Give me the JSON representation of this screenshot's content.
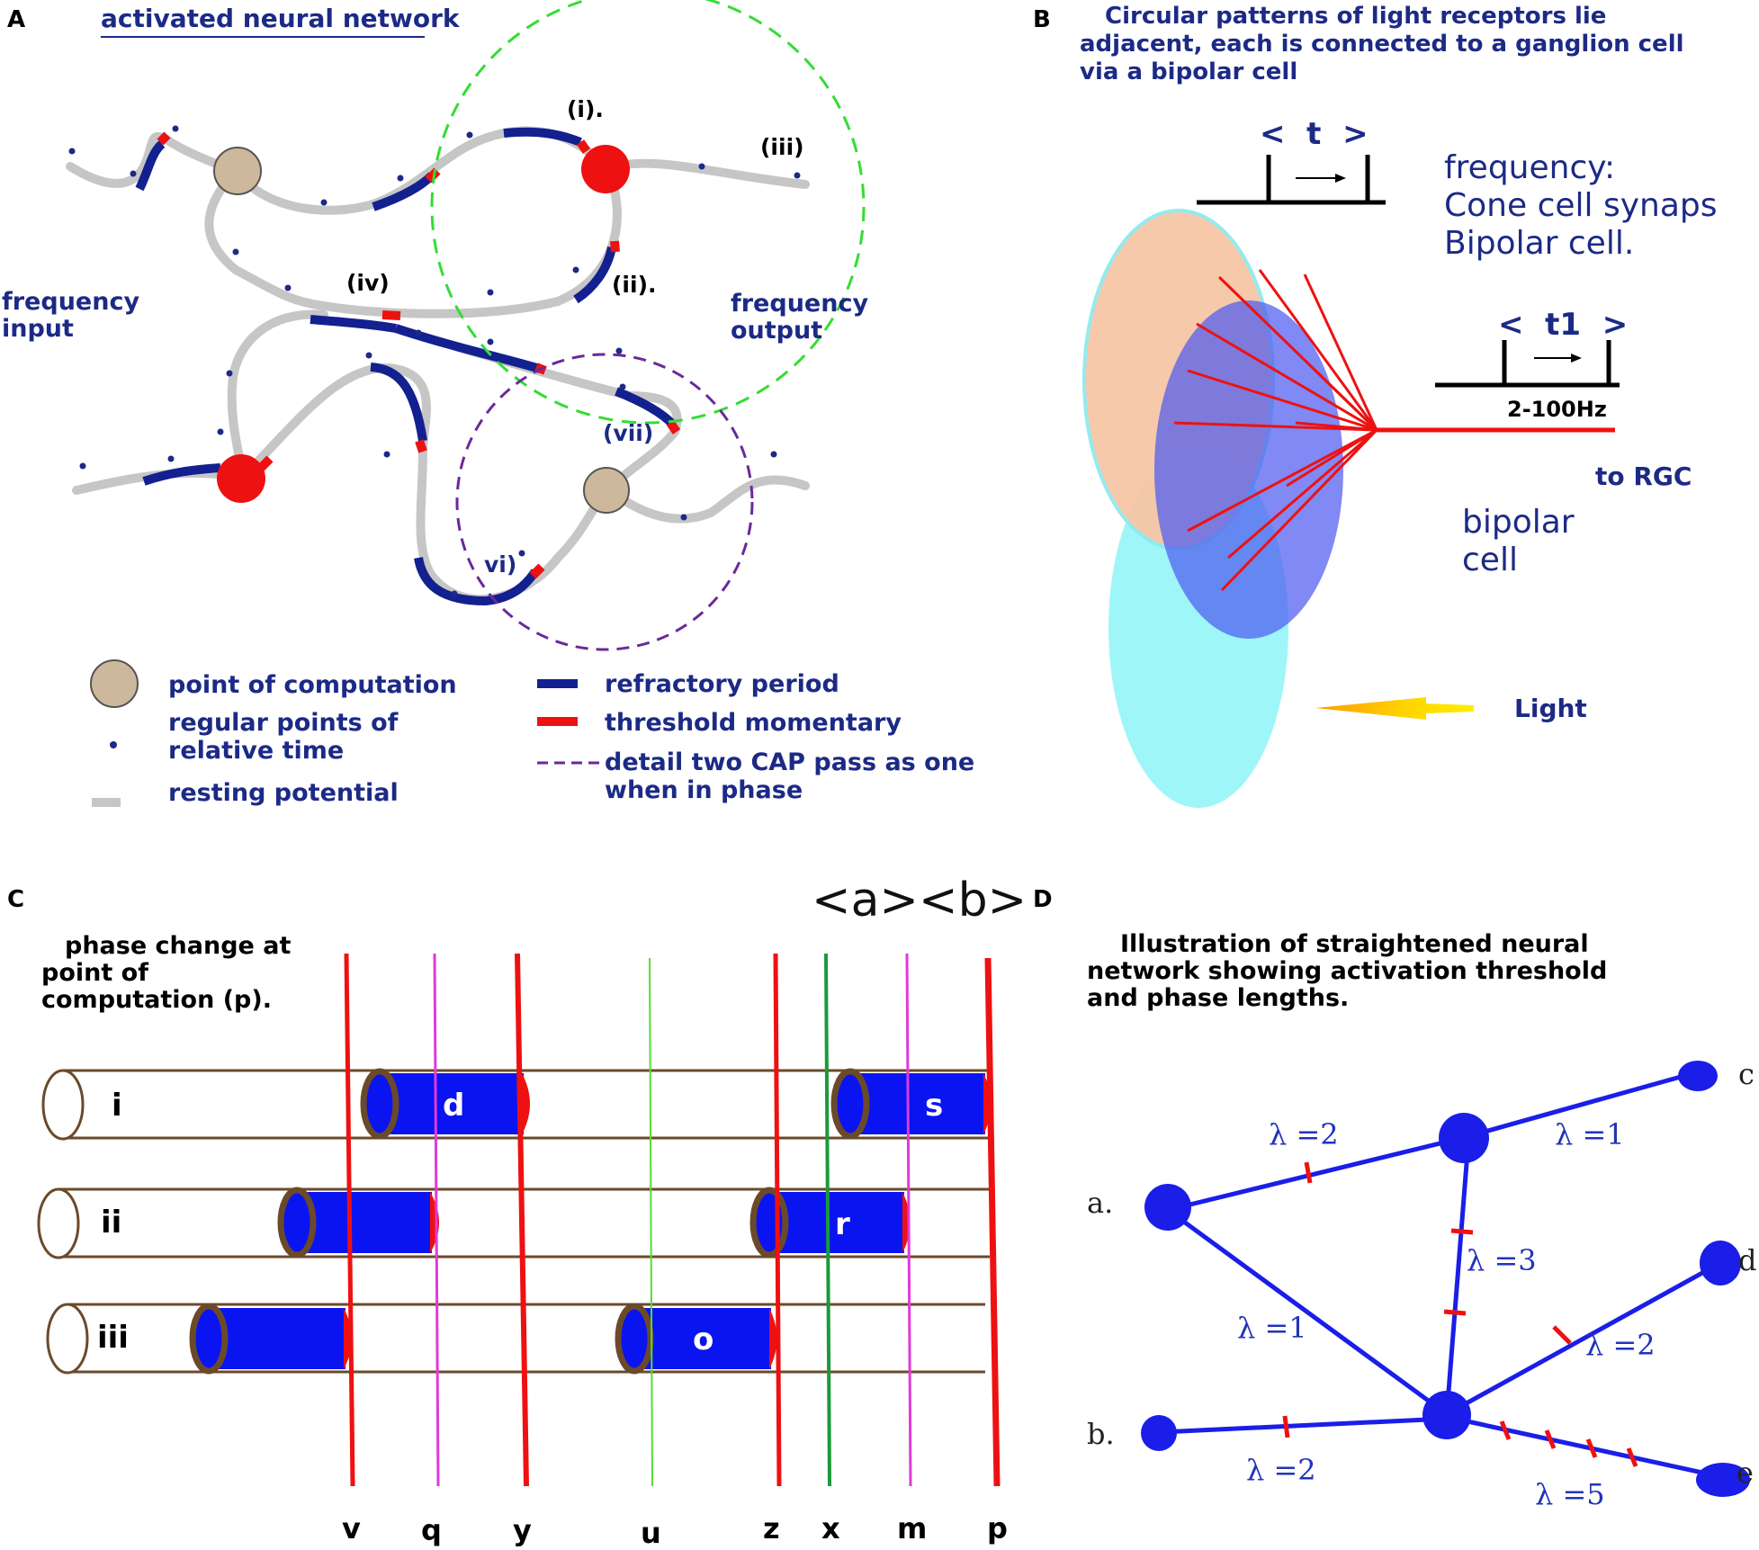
{
  "panels": {
    "A": {
      "letter": "A",
      "title": "activated neural network",
      "labels": {
        "i": "(i).",
        "ii": "(ii).",
        "iii": "(iii)",
        "iv": "(iv)",
        "vi": "vi)",
        "vii": "(vii)",
        "freq_in_1": "frequency",
        "freq_in_2": "input",
        "freq_out_1": "frequency",
        "freq_out_2": "output"
      },
      "legend": {
        "computation": "point of computation",
        "relative_time_1": "regular points of",
        "relative_time_2": "relative time",
        "resting": "resting potential",
        "refractory": "refractory period",
        "threshold": "threshold momentary",
        "detail_1": "detail two CAP pass as one",
        "detail_2": "when in phase"
      }
    },
    "B": {
      "letter": "B",
      "caption_1": "Circular patterns of light receptors lie",
      "caption_2": "adjacent, each is connected to a ganglion cell",
      "caption_3": "via a bipolar cell",
      "t_label": "<  t  >",
      "t1_label": "<  t1  >",
      "hz": "2-100Hz",
      "freq_1": "frequency:",
      "freq_2": "Cone cell synaps",
      "freq_3": "Bipolar cell.",
      "to_rgc": "to RGC",
      "bipolar_1": "bipolar",
      "bipolar_2": "cell",
      "light": "Light"
    },
    "C": {
      "letter": "C",
      "caption_1": "phase change at",
      "caption_2": "point of",
      "caption_3": "computation (p).",
      "ab": "<a><b>",
      "rows": [
        "i",
        "ii",
        "iii"
      ],
      "phases": [
        "d",
        "s",
        "r",
        "o"
      ],
      "lines": [
        "v",
        "q",
        "y",
        "u",
        "z",
        "x",
        "m",
        "p"
      ]
    },
    "D": {
      "letter": "D",
      "caption_1": "Illustration of straightened neural",
      "caption_2": "network showing activation threshold",
      "caption_3": "and phase lengths.",
      "nodes": [
        "a.",
        "b.",
        "c",
        "d",
        "e"
      ],
      "edges": [
        "λ =2",
        "λ =1",
        "λ =3",
        "λ =1",
        "λ =2",
        "λ =2",
        "λ =5"
      ]
    }
  },
  "colors": {
    "label_blue": "#1c2a86",
    "fibre_grey": "#c6c6c6",
    "refractory_blue": "#13208f",
    "threshold_red": "#ee1111",
    "soma_tan": "#cdb89c",
    "green_dash": "#33dd33",
    "purple_dash": "#6a2a9a",
    "cyan": "#99f5f8",
    "peach": "#f6c7a6",
    "bipolar_blue": "#4f5cf0",
    "tube_brown": "#6b4a2a",
    "phase_blue": "#0a14f0",
    "net_blue": "#1a1ee8"
  }
}
